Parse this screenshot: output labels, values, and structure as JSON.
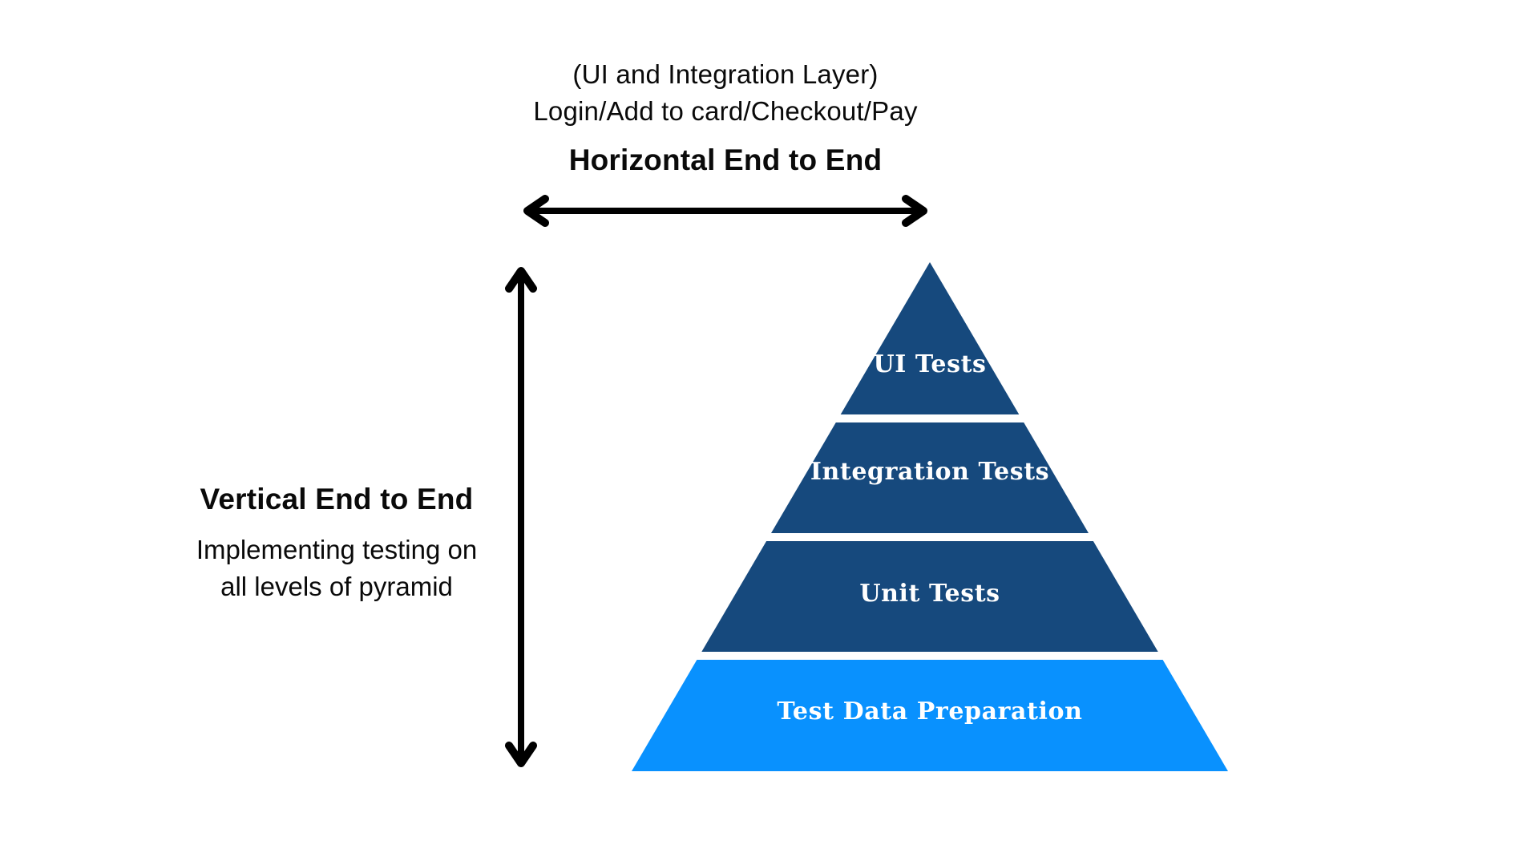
{
  "top_annotation": {
    "subtitle_line1": "(UI and Integration Layer)",
    "subtitle_line2": "Login/Add to card/Checkout/Pay",
    "title": "Horizontal End to End"
  },
  "left_annotation": {
    "title": "Vertical End to End",
    "subtitle_line1": "Implementing testing on",
    "subtitle_line2": "all levels of pyramid"
  },
  "pyramid": {
    "layers": [
      {
        "label": "UI Tests",
        "color": "#16497D"
      },
      {
        "label": "Integration Tests",
        "color": "#16497D"
      },
      {
        "label": "Unit Tests",
        "color": "#16497D"
      },
      {
        "label": "Test Data Preparation",
        "color": "#0991FE"
      }
    ]
  },
  "colors": {
    "arrow": "#000000",
    "text": "#0a0a0a",
    "layer_label_text": "#ffffff",
    "background": "#ffffff"
  }
}
